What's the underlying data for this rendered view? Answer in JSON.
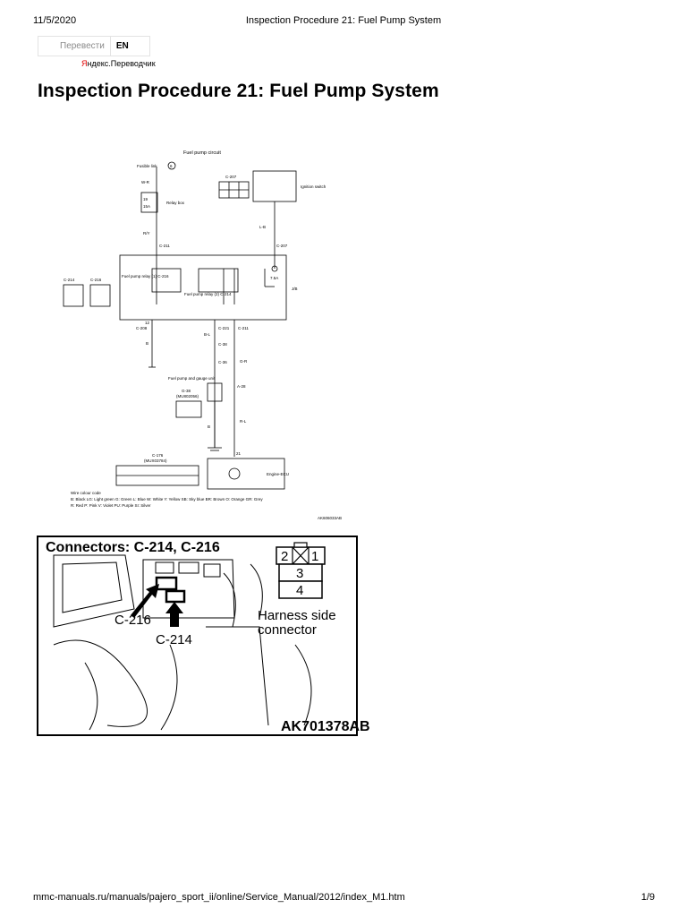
{
  "header": {
    "date": "11/5/2020",
    "doc_title": "Inspection Procedure 21: Fuel Pump System"
  },
  "translate_widget": {
    "button_label": "Перевести",
    "language": "EN",
    "brand_red": "Я",
    "brand_rest": "ндекс.Переводчик"
  },
  "page_title": "Inspection Procedure 21: Fuel Pump System",
  "wiring_diagram": {
    "title": "Fuel pump circuit",
    "fusible_link": "Fusible link",
    "fusible_num": "6",
    "fuse_num": "19",
    "fuse_rating": "15A",
    "relay_box": "Relay box",
    "ignition_switch": "Ignition switch",
    "c207_top": "C-207",
    "c207_right": "C-207",
    "c211_top": "C-211",
    "c211_bottom": "C-211",
    "c214_left": "C-214",
    "c216_left": "C-216",
    "c221": "C-221",
    "c38": "C-38",
    "c36": "C-36",
    "c208": "C-208",
    "a28": "A-28",
    "c176": "C-176",
    "mux": "(MUX03784)",
    "relay1": "Fuel pump relay (1) C-216",
    "relay2": "Fuel pump relay (2) C-214",
    "jb": "J/B",
    "fuse_75a": "7.5A",
    "fuel_pump_unit": "Fuel pump and gauge unit",
    "g38": "G-38",
    "g38_code": "(MU802056)",
    "engine_ecu": "Engine-ECU",
    "wire_wr": "W-R",
    "wire_ry": "R/Y",
    "wire_lb": "L-B",
    "wire_b": "B",
    "wire_bl": "B-L",
    "wire_gr": "G-R",
    "wire_rl": "R-L",
    "wire_b2": "B",
    "pin_12": "12",
    "pin_21": "21",
    "colour_legend_title": "Wire colour code",
    "colour_legend_1": "B: Black  LG: Light green  G: Green  L: Blue  W: White  Y: Yellow  SB: Sky blue  BR: Brown  O: Orange  GR: Grey",
    "colour_legend_2": "R: Red  P: Pink  V: Violet  PU: Purple  SI: Silver",
    "figure_code": "AK606033AB"
  },
  "connector_figure": {
    "title": "Connectors: C-214, C-216",
    "label_c216": "C-216",
    "label_c214": "C-214",
    "harness_line1": "Harness side",
    "harness_line2": "connector",
    "pin_2": "2",
    "pin_1": "1",
    "pin_3": "3",
    "pin_4": "4",
    "figure_code": "AK701378AB"
  },
  "footer": {
    "url": "mmc-manuals.ru/manuals/pajero_sport_ii/online/Service_Manual/2012/index_M1.htm",
    "page": "1/9"
  }
}
